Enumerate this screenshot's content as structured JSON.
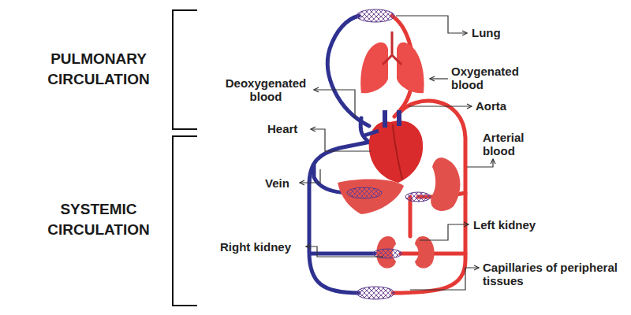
{
  "diagram": {
    "labels": [
      "PULMONARY CIRCULATION",
      "Lung",
      "Deoxygenated blood",
      "Oxygenated blood",
      "Aorta",
      "Heart",
      "Arterial blood",
      "Vein",
      "SYSTEMIC CIRCULATION",
      "Right kidney",
      "Left kidney",
      "Capillaries of peripheral tissues"
    ]
  }
}
